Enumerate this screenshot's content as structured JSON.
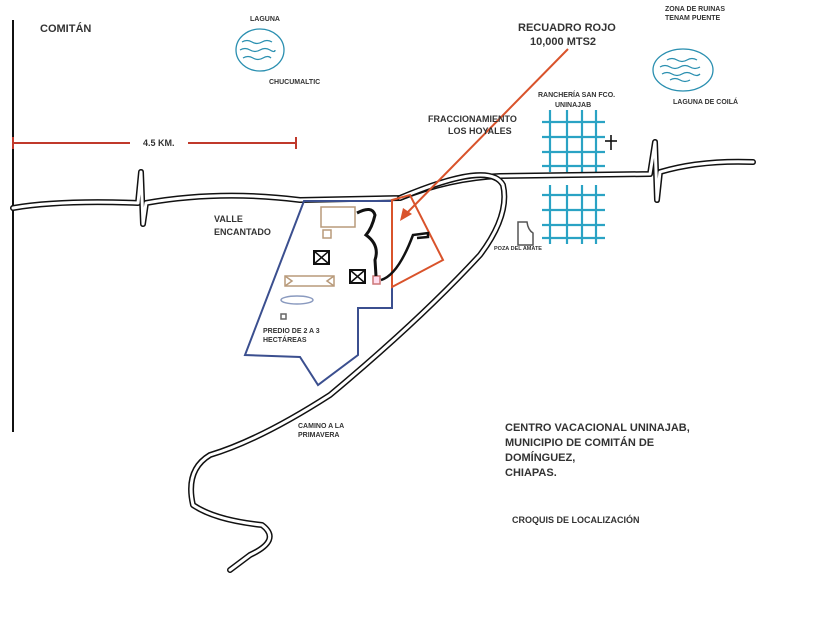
{
  "labels": {
    "city": "COMITÁN",
    "laguna_top": "LAGUNA",
    "chucumaltic": "CHUCUMALTIC",
    "distance": "4.5 KM.",
    "recuadro_1": "RECUADRO ROJO",
    "recuadro_2": "10,000 MTS2",
    "ruinas_1": "ZONA DE RUINAS",
    "ruinas_2": "TENAM PUENTE",
    "rancheria_1": "RANCHERÍA SAN FCO.",
    "rancheria_2": "UNINAJAB",
    "laguna_coila": "LAGUNA DE COILÁ",
    "fracc_1": "FRACCIONAMIENTO",
    "fracc_2": "LOS HOYALES",
    "valle_1": "VALLE",
    "valle_2": "ENCANTADO",
    "poza": "POZA DEL AMATE",
    "predio_1": "PREDIO DE 2 A 3",
    "predio_2": "HECTÁREAS",
    "camino_1": "CAMINO A LA",
    "camino_2": "PRIMAVERA",
    "centro_1": "CENTRO VACACIONAL UNINAJAB,",
    "centro_2": "MUNICIPIO DE COMITÁN DE",
    "centro_3": "DOMÍNGUEZ,",
    "centro_4": "CHIAPAS.",
    "croquis": "CROQUIS DE LOCALIZACIÓN"
  },
  "colors": {
    "red": "#d9532b",
    "blue": "#3b4f8f",
    "water": "#2a8fb0",
    "tan": "#b89a7a"
  }
}
